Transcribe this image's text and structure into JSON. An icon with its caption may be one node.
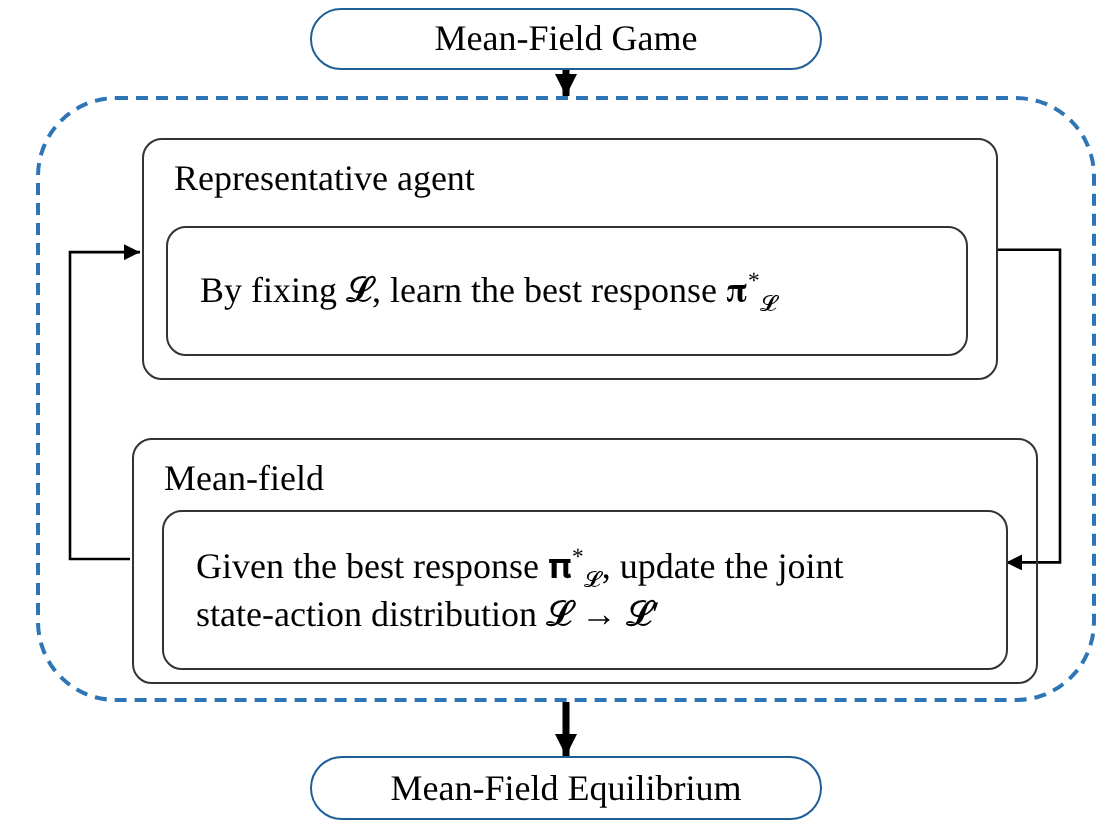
{
  "diagram": {
    "nodes": [
      {
        "text": [
          "Mean-Field Game"
        ]
      },
      {
        "text": [],
        "shape": "box"
      },
      {
        "text": [
          "Representative agent"
        ],
        "in": 1
      },
      {
        "text": [
          "By fixing 𝓛, learn the best response 𝛑$^{*}$$_{𝓛}$"
        ],
        "in": 2
      },
      {
        "text": [
          "Mean-field"
        ],
        "in": 1
      },
      {
        "text": [
          "Given the best response 𝛑$^{*}$$_{𝓛}$, update the joint state-action distribution 𝓛 → 𝓛′"
        ],
        "in": 4
      },
      {
        "text": [
          "Mean-Field Equilibrium"
        ]
      }
    ],
    "edges": [
      {
        "from": 0,
        "to": 1,
        "arrow": "to",
        "style": "thick"
      },
      {
        "from": 2,
        "to": 5,
        "arrow": "to"
      },
      {
        "from": 4,
        "to": 2,
        "arrow": "to"
      },
      {
        "from": 1,
        "to": 6,
        "arrow": "to",
        "style": "thick"
      }
    ]
  }
}
